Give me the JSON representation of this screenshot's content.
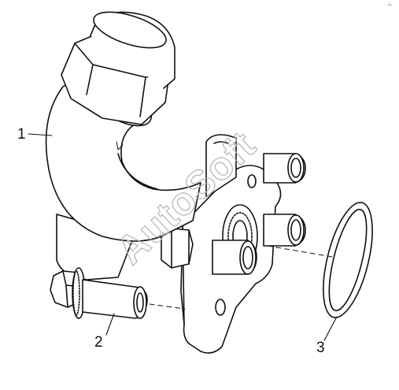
{
  "diagram": {
    "callouts": [
      {
        "id": "1",
        "label": "1"
      },
      {
        "id": "2",
        "label": "2"
      },
      {
        "id": "3",
        "label": "3"
      }
    ],
    "watermark": "AutoSoft",
    "corner_mark": "‹›"
  }
}
